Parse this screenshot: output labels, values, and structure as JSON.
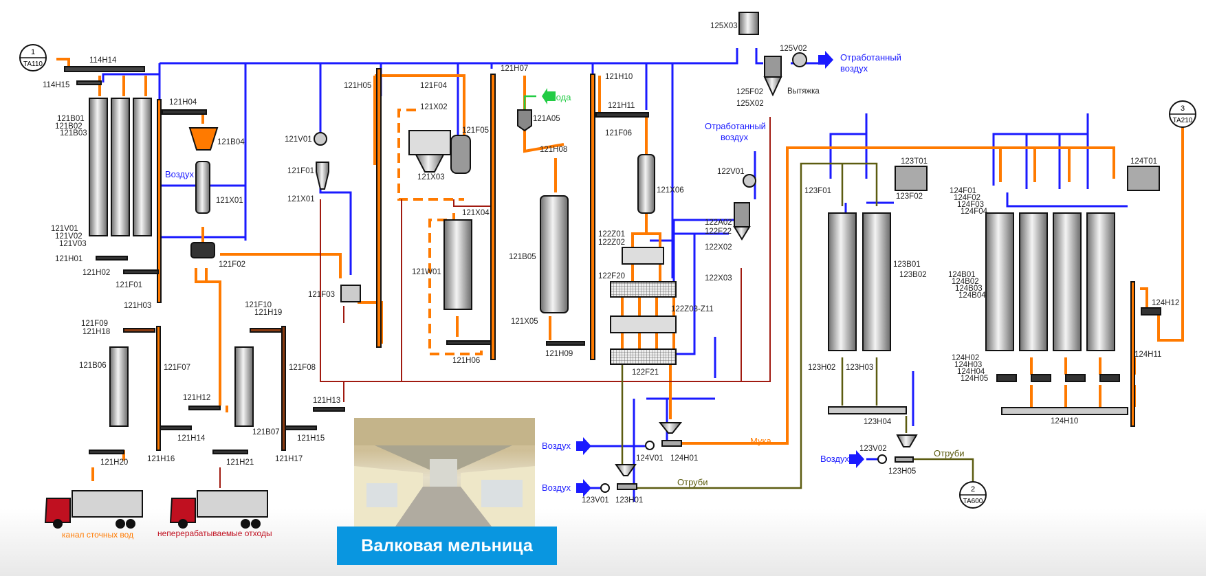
{
  "diagram": {
    "title": "Валковая мельница",
    "terminals": [
      {
        "id": "t1",
        "num": "1",
        "code": "TA110"
      },
      {
        "id": "t2",
        "num": "2",
        "code": "TA600"
      },
      {
        "id": "t3",
        "num": "3",
        "code": "TA210"
      }
    ],
    "flow_labels": {
      "air_in": "Воздух",
      "water": "Вода",
      "exhaust_air_line1": "Отработанный",
      "exhaust_air_line2": "воздух",
      "suction": "Вытяжка",
      "flour": "Мука",
      "bran": "Отруби"
    },
    "truck_labels": {
      "sewage": "канал сточных вод",
      "waste": "неперерабатываемые отходы"
    },
    "equipment_labels": [
      {
        "key": "l114H14",
        "text": "114H14"
      },
      {
        "key": "l114H15",
        "text": "114H15"
      },
      {
        "key": "l121B01",
        "text": "121B01"
      },
      {
        "key": "l121B02",
        "text": "121B02"
      },
      {
        "key": "l121B03",
        "text": "121B03"
      },
      {
        "key": "l121V01a",
        "text": "121V01"
      },
      {
        "key": "l121V02",
        "text": "121V02"
      },
      {
        "key": "l121V03",
        "text": "121V03"
      },
      {
        "key": "l121H01",
        "text": "121H01"
      },
      {
        "key": "l121H02",
        "text": "121H02"
      },
      {
        "key": "l121F01a",
        "text": "121F01"
      },
      {
        "key": "l121H03",
        "text": "121H03"
      },
      {
        "key": "l121H04",
        "text": "121H04"
      },
      {
        "key": "l121B04",
        "text": "121B04"
      },
      {
        "key": "l121X01a",
        "text": "121X01"
      },
      {
        "key": "l121F02",
        "text": "121F02"
      },
      {
        "key": "l121F09",
        "text": "121F09"
      },
      {
        "key": "l121H18",
        "text": "121H18"
      },
      {
        "key": "l121B06",
        "text": "121B06"
      },
      {
        "key": "l121F07",
        "text": "121F07"
      },
      {
        "key": "l121H12",
        "text": "121H12"
      },
      {
        "key": "l121H14",
        "text": "121H14"
      },
      {
        "key": "l121H16",
        "text": "121H16"
      },
      {
        "key": "l121H20",
        "text": "121H20"
      },
      {
        "key": "l121F10",
        "text": "121F10"
      },
      {
        "key": "l121H19",
        "text": "121H19"
      },
      {
        "key": "l121B07",
        "text": "121B07"
      },
      {
        "key": "l121F08",
        "text": "121F08"
      },
      {
        "key": "l121H13",
        "text": "121H13"
      },
      {
        "key": "l121H15",
        "text": "121H15"
      },
      {
        "key": "l121H17",
        "text": "121H17"
      },
      {
        "key": "l121H21",
        "text": "121H21"
      },
      {
        "key": "l121V01b",
        "text": "121V01"
      },
      {
        "key": "l121F01b",
        "text": "121F01"
      },
      {
        "key": "l121X01b",
        "text": "121X01"
      },
      {
        "key": "l121F03",
        "text": "121F03"
      },
      {
        "key": "l121H05",
        "text": "121H05"
      },
      {
        "key": "l121F04",
        "text": "121F04"
      },
      {
        "key": "l121X02",
        "text": "121X02"
      },
      {
        "key": "l121F05",
        "text": "121F05"
      },
      {
        "key": "l121X03",
        "text": "121X03"
      },
      {
        "key": "l121X04",
        "text": "121X04"
      },
      {
        "key": "l121W01",
        "text": "121W01"
      },
      {
        "key": "l121H06",
        "text": "121H06"
      },
      {
        "key": "l121H07",
        "text": "121H07"
      },
      {
        "key": "l121A05",
        "text": "121A05"
      },
      {
        "key": "l121H08",
        "text": "121H08"
      },
      {
        "key": "l121B05",
        "text": "121B05"
      },
      {
        "key": "l121X05",
        "text": "121X05"
      },
      {
        "key": "l121H09",
        "text": "121H09"
      },
      {
        "key": "l121H10",
        "text": "121H10"
      },
      {
        "key": "l121H11",
        "text": "121H11"
      },
      {
        "key": "l121F06",
        "text": "121F06"
      },
      {
        "key": "l121X06",
        "text": "121X06"
      },
      {
        "key": "l122Z01",
        "text": "122Z01"
      },
      {
        "key": "l122Z02",
        "text": "122Z02"
      },
      {
        "key": "l122F20",
        "text": "122F20"
      },
      {
        "key": "l122Z03",
        "text": "122Z03-Z11"
      },
      {
        "key": "l122F21",
        "text": "122F21"
      },
      {
        "key": "l122V01",
        "text": "122V01"
      },
      {
        "key": "l122A02",
        "text": "122A02"
      },
      {
        "key": "l122F22",
        "text": "122F22"
      },
      {
        "key": "l122X02",
        "text": "122X02"
      },
      {
        "key": "l122X03",
        "text": "122X03"
      },
      {
        "key": "l125X03",
        "text": "125X03"
      },
      {
        "key": "l125V02",
        "text": "125V02"
      },
      {
        "key": "l125F02",
        "text": "125F02"
      },
      {
        "key": "l125X02",
        "text": "125X02"
      },
      {
        "key": "l124V01",
        "text": "124V01"
      },
      {
        "key": "l124H01",
        "text": "124H01"
      },
      {
        "key": "l123V01",
        "text": "123V01"
      },
      {
        "key": "l123H01",
        "text": "123H01"
      },
      {
        "key": "l123F01",
        "text": "123F01"
      },
      {
        "key": "l123T01",
        "text": "123T01"
      },
      {
        "key": "l123F02",
        "text": "123F02"
      },
      {
        "key": "l123B01",
        "text": "123B01"
      },
      {
        "key": "l123B02",
        "text": "123B02"
      },
      {
        "key": "l123H02",
        "text": "123H02"
      },
      {
        "key": "l123H03",
        "text": "123H03"
      },
      {
        "key": "l123H04",
        "text": "123H04"
      },
      {
        "key": "l123V02",
        "text": "123V02"
      },
      {
        "key": "l123H05",
        "text": "123H05"
      },
      {
        "key": "l124F01",
        "text": "124F01"
      },
      {
        "key": "l124F02",
        "text": "124F02"
      },
      {
        "key": "l124F03",
        "text": "124F03"
      },
      {
        "key": "l124F04",
        "text": "124F04"
      },
      {
        "key": "l124T01",
        "text": "124T01"
      },
      {
        "key": "l124B01",
        "text": "124B01"
      },
      {
        "key": "l124B02",
        "text": "124B02"
      },
      {
        "key": "l124B03",
        "text": "124B03"
      },
      {
        "key": "l124B04",
        "text": "124B04"
      },
      {
        "key": "l124H02",
        "text": "124H02"
      },
      {
        "key": "l124H03",
        "text": "124H03"
      },
      {
        "key": "l124H04",
        "text": "124H04"
      },
      {
        "key": "l124H05",
        "text": "124H05"
      },
      {
        "key": "l124H10",
        "text": "124H10"
      },
      {
        "key": "l124H11",
        "text": "124H11"
      },
      {
        "key": "l124H12",
        "text": "124H12"
      }
    ],
    "colors": {
      "grain": "#ff7a00",
      "air": "#1a1aff",
      "waste": "#a01a10",
      "bran": "#5c5c10",
      "water": "#22cc44",
      "caption_bg": "#0996e0"
    }
  }
}
